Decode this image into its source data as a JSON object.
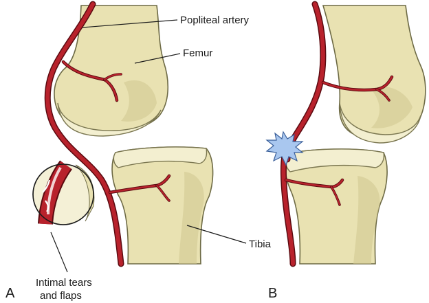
{
  "labels": {
    "popliteal_artery": "Popliteal artery",
    "femur": "Femur",
    "tibia": "Tibia",
    "intimal_line1": "Intimal tears",
    "intimal_line2": "and flaps",
    "panel_a": "A",
    "panel_b": "B"
  },
  "colors": {
    "bone": "#e9e2b2",
    "artery": "#b8222c",
    "injury": "#a9c7ef"
  }
}
